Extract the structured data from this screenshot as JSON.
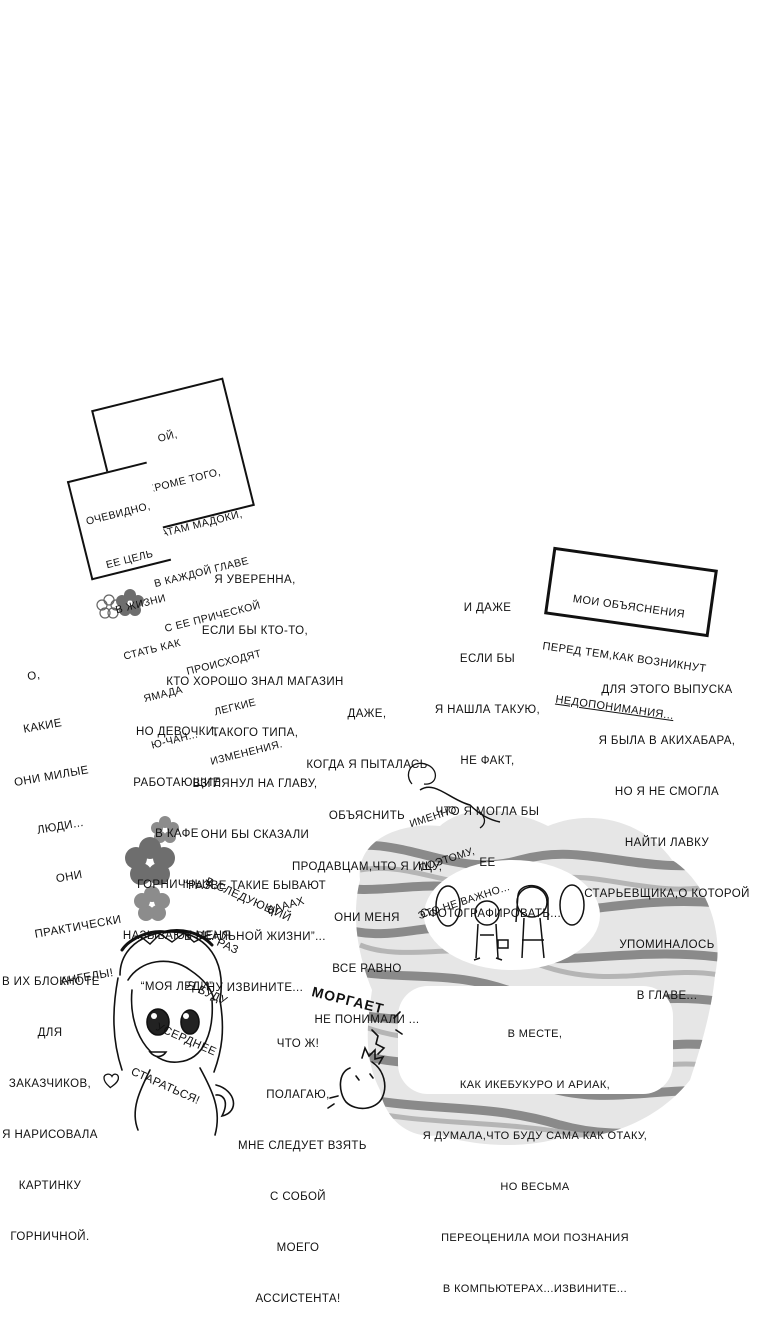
{
  "notes": {
    "paper_note": [
      "ОЙ,",
      "И КРОМЕ ТОГО,",
      "ФАНАТАМ МАДОКИ,",
      "В КАЖДОЙ ГЛАВЕ",
      "С ЕЕ ПРИЧЕСКОЙ",
      "ПРОИСХОДЯТ",
      "ЛЕГКИЕ",
      "ИЗМЕНЕНИЯ."
    ],
    "paper_note_left": [
      "ОЧЕВИДНО,",
      "ЕЕ ЦЕЛЬ",
      "В ЖИЗНИ",
      "СТАТЬ КАК",
      "ЯМАДА",
      "Ю-ЧАН..."
    ],
    "boxed_caption": [
      "МОИ ОБЪЯСНЕНИЯ",
      "ПЕРЕД ТЕМ,КАК ВОЗНИКНУТ",
      "НЕДОПОНИМАНИЯ..."
    ]
  },
  "texts": {
    "confident": [
      "Я УВЕРЕННА,",
      "ЕСЛИ БЫ КТО-ТО,",
      "КТО ХОРОШО ЗНАЛ МАГАЗИН",
      "ТАКОГО ТИПА,",
      "ВЗГЛЯНУЛ НА ГЛАВУ,",
      "ОНИ БЫ СКАЗАЛИ",
      "“РАЗВЕ ТАКИЕ БЫВАЮТ",
      "В РЕАЛЬНОЙ ЖИЗНИ”...",
      "НУ ИЗВИНИТЕ..."
    ],
    "even_if": [
      "И ДАЖЕ",
      "ЕСЛИ БЫ",
      "Я НАШЛА ТАКУЮ,",
      "НЕ ФАКТ,",
      "ЧТО Я МОГЛА БЫ",
      "ЕЕ",
      "СФОТОГРАФИРОВАТЬ..."
    ],
    "angels": [
      "О,",
      "КАКИЕ",
      "ОНИ МИЛЫЕ",
      "ЛЮДИ...",
      "ОНИ",
      "ПРАКТИЧЕСКИ",
      "АНГЕЛЫ!"
    ],
    "girls": [
      "НО ДЕВОЧКИ,",
      "РАБОТАЮЩИЕ",
      "В КАФЕ",
      "ГОРНИЧНЫХ,",
      "НАЗЫВАЮТ МЕНЯ",
      "“МОЯ ЛЕДИ”"
    ],
    "explain": [
      "ДАЖЕ,",
      "КОГДА Я ПЫТАЛАСЬ",
      "ОБЪЯСНИТЬ",
      "ПРОДАВЦАМ,ЧТО Я ИЩУ,",
      "ОНИ МЕНЯ",
      "ВСЕ РАВНО",
      "НЕ ПОНИМАЛИ ..."
    ],
    "issue": [
      "ДЛЯ ЭТОГО ВЫПУСКА",
      "Я БЫЛА В АКИХАБАРА,",
      "НО Я НЕ СМОГЛА",
      "НАЙТИ ЛАВКУ",
      "СТАРЬЕВЩИКА,О КОТОРОЙ",
      "УПОМИНАЛОСЬ",
      "В ГЛАВЕ..."
    ],
    "therefore": [
      "ИМЕННО",
      "ПОЭТОМУ,",
      "ЭТО НЕ ВАЖНО..."
    ],
    "next_time": [
      "В СЛЕДУЮЩИЙ",
      "РАЗ",
      "Я БУДУ",
      "УСЕРДНЕЕ",
      "СТАРАТЬСЯ!"
    ],
    "waaah": "ВАААХ",
    "notebook": [
      "В ИХ БЛОКНОТЕ",
      "ДЛЯ",
      "ЗАКАЗЧИКОВ,",
      "Я НАРИСОВАЛА",
      "КАРТИНКУ",
      "ГОРНИЧНОЙ."
    ],
    "blinks": "МОРГАЕТ",
    "assistant": [
      "ЧТО Ж!",
      "ПОЛАГАЮ,",
      "МНЕ СЛЕДУЕТ ВЗЯТЬ",
      "С СОБОЙ",
      "МОЕГО",
      "АССИСТЕНТА!"
    ],
    "places": [
      "В МЕСТЕ,",
      "КАК ИКЕБУКУРО И АРИАК,",
      "Я ДУМАЛА,ЧТО БУДУ САМА КАК ОТАКУ,",
      "НО ВЕСЬМА",
      "ПЕРЕОЦЕНИЛА МОИ ПОЗНАНИЯ",
      "В КОМПЬЮТЕРАХ...ИЗВИНИТЕ..."
    ]
  },
  "colors": {
    "ink": "#111111",
    "paper": "#ffffff",
    "swirl": "#8a8a8a",
    "flower": "#707070"
  }
}
